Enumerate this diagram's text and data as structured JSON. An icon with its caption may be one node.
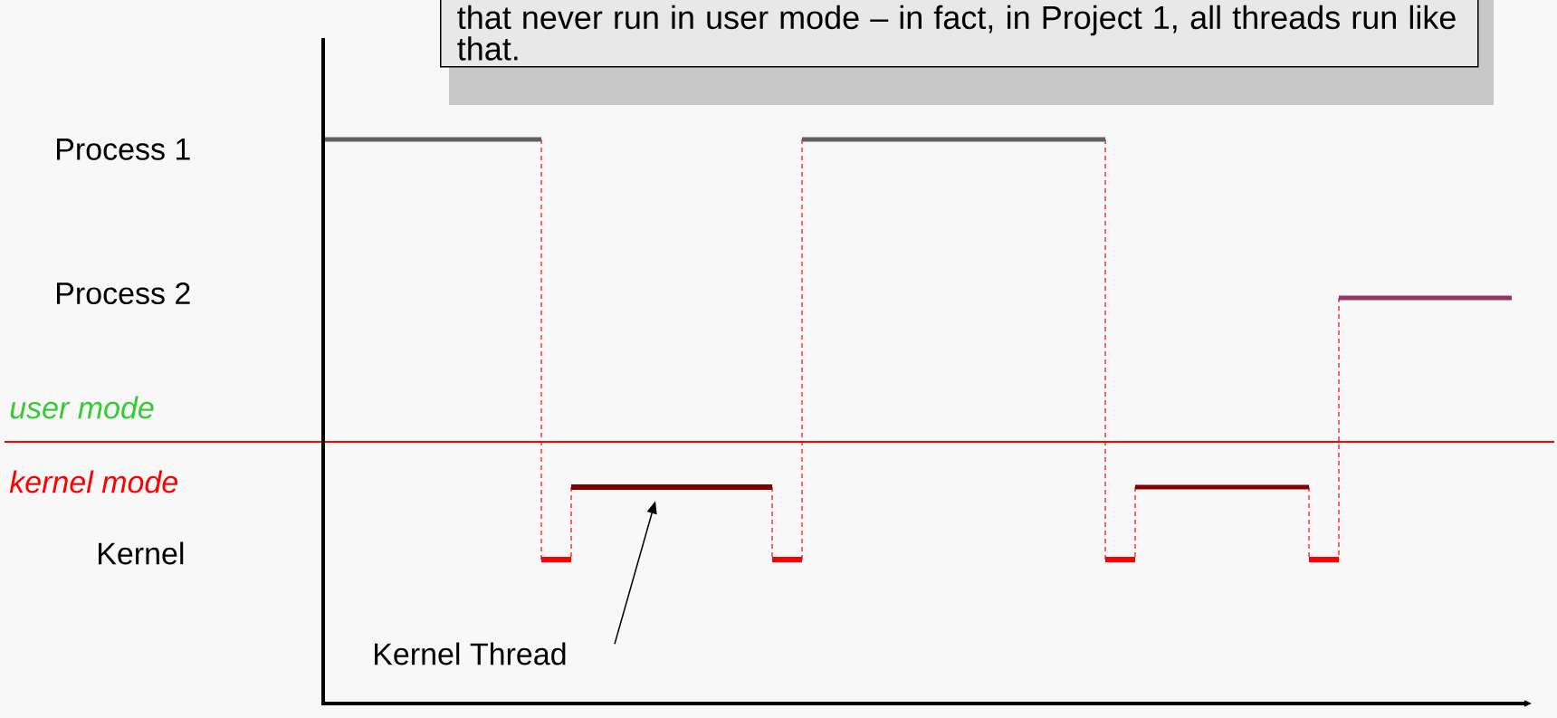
{
  "diagram": {
    "nodes": [
      {
        "text": [
          "that never run in user mode – in fact, in Project 1, all threads run like that."
        ]
      },
      {
        "text": [
          "Kernel Thread"
        ]
      },
      {
        "text": [],
        "shape": "bar"
      }
    ],
    "edges": [
      {
        "from": 1,
        "to": 2,
        "arrow": "to"
      }
    ],
    "labels": [
      "Process 1",
      "Process 2",
      "user mode",
      "kernel mode",
      "Kernel"
    ]
  }
}
